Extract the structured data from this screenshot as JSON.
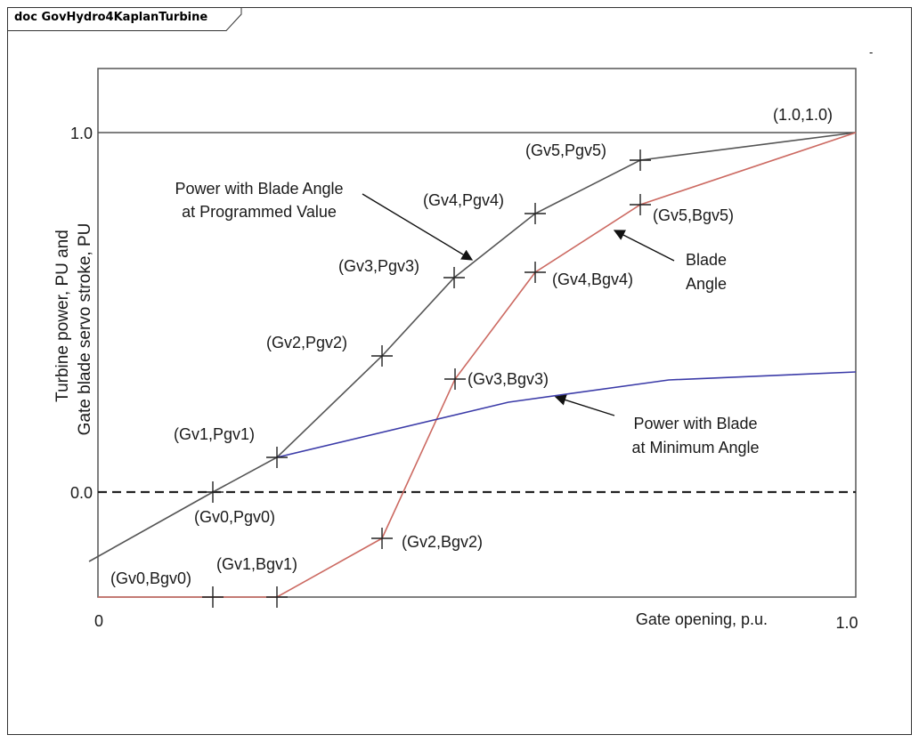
{
  "header": {
    "title": "doc GovHydro4KaplanTurbine",
    "corner_mark": "-"
  },
  "chart_data": {
    "type": "line",
    "y_label_line1": "Turbine power, PU and",
    "y_label_line2": "Gate blade servo stroke, PU",
    "xlabel": "Gate opening, p.u.",
    "x_ticks": [
      "0",
      "1.0"
    ],
    "y_ticks": [
      "1.0",
      "0.0"
    ],
    "colors": {
      "power": "#555555",
      "blade": "#cc6a62",
      "min_blade": "#3b3ba8",
      "axes": "#555555"
    },
    "series": [
      {
        "name": "Power with Blade Angle at Programmed Value",
        "labels": [
          "(Gv0,Pgv0)",
          "(Gv1,Pgv1)",
          "(Gv2,Pgv2)",
          "(Gv3,Pgv3)",
          "(Gv4,Pgv4)",
          "(Gv5,Pgv5)",
          "(1.0,1.0)"
        ]
      },
      {
        "name": "Blade Angle",
        "labels": [
          "(Gv0,Bgv0)",
          "(Gv1,Bgv1)",
          "(Gv2,Bgv2)",
          "(Gv3,Bgv3)",
          "(Gv4,Bgv4)",
          "(Gv5,Bgv5)"
        ]
      },
      {
        "name": "Power with Blade at Minimum Angle"
      }
    ],
    "annotations": {
      "programmed_line1": "Power with Blade Angle",
      "programmed_line2": "at Programmed Value",
      "blade_line1": "Blade",
      "blade_line2": "Angle",
      "minimum_line1": "Power with Blade",
      "minimum_line2": "at Minimum Angle"
    }
  }
}
